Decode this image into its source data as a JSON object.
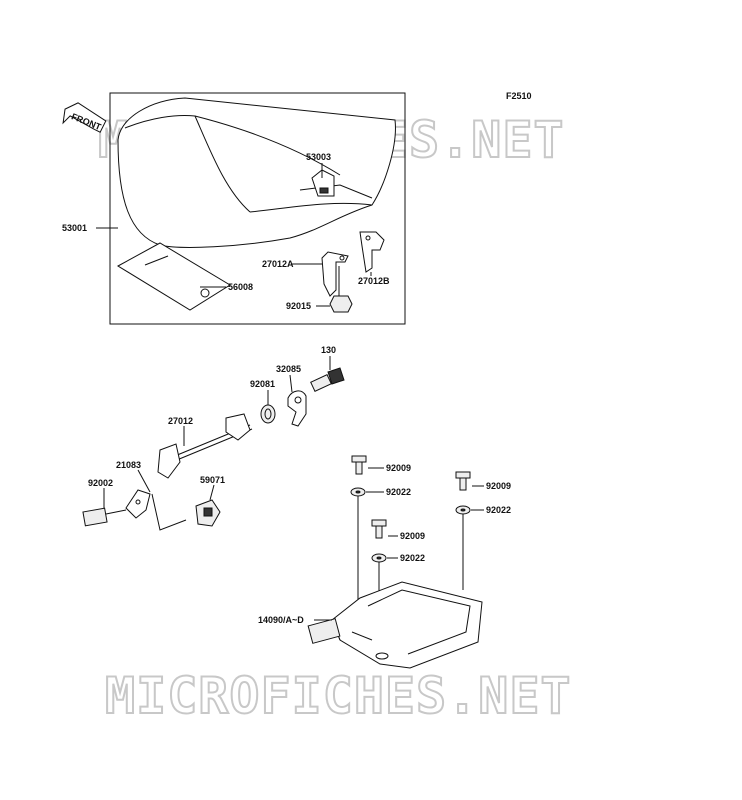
{
  "figure_code": "F2510",
  "front_label": "FRONT",
  "watermark": "MICROFICHES.NET",
  "parts": {
    "p53001": "53001",
    "p53003": "53003",
    "p27012A": "27012A",
    "p27012B": "27012B",
    "p56008": "56008",
    "p92015": "92015",
    "p130": "130",
    "p32085": "32085",
    "p92081": "92081",
    "p27012": "27012",
    "p21083": "21083",
    "p92002": "92002",
    "p59071": "59071",
    "p92009a": "92009",
    "p92022a": "92022",
    "p92009b": "92009",
    "p92022b": "92022",
    "p92009c": "92009",
    "p92022c": "92022",
    "p14090": "14090/A~D"
  }
}
